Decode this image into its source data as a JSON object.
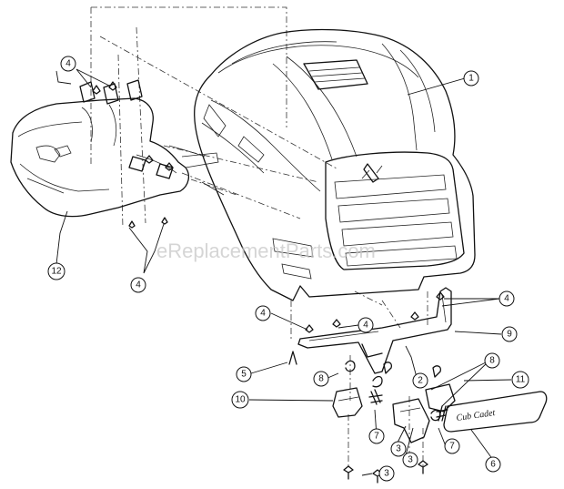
{
  "watermark": "eReplacementParts.com",
  "nameplate_text": "Cub Cadet",
  "callouts": [
    {
      "id": "c1",
      "label": "1"
    },
    {
      "id": "c2",
      "label": "2"
    },
    {
      "id": "c3a",
      "label": "3"
    },
    {
      "id": "c3b",
      "label": "3"
    },
    {
      "id": "c3c",
      "label": "3"
    },
    {
      "id": "c4a",
      "label": "4"
    },
    {
      "id": "c4b",
      "label": "4"
    },
    {
      "id": "c4c",
      "label": "4"
    },
    {
      "id": "c4d",
      "label": "4"
    },
    {
      "id": "c4e",
      "label": "4"
    },
    {
      "id": "c5",
      "label": "5"
    },
    {
      "id": "c6",
      "label": "6"
    },
    {
      "id": "c7a",
      "label": "7"
    },
    {
      "id": "c7b",
      "label": "7"
    },
    {
      "id": "c8a",
      "label": "8"
    },
    {
      "id": "c8b",
      "label": "8"
    },
    {
      "id": "c9",
      "label": "9"
    },
    {
      "id": "c10",
      "label": "10"
    },
    {
      "id": "c11",
      "label": "11"
    },
    {
      "id": "c12",
      "label": "12"
    }
  ]
}
